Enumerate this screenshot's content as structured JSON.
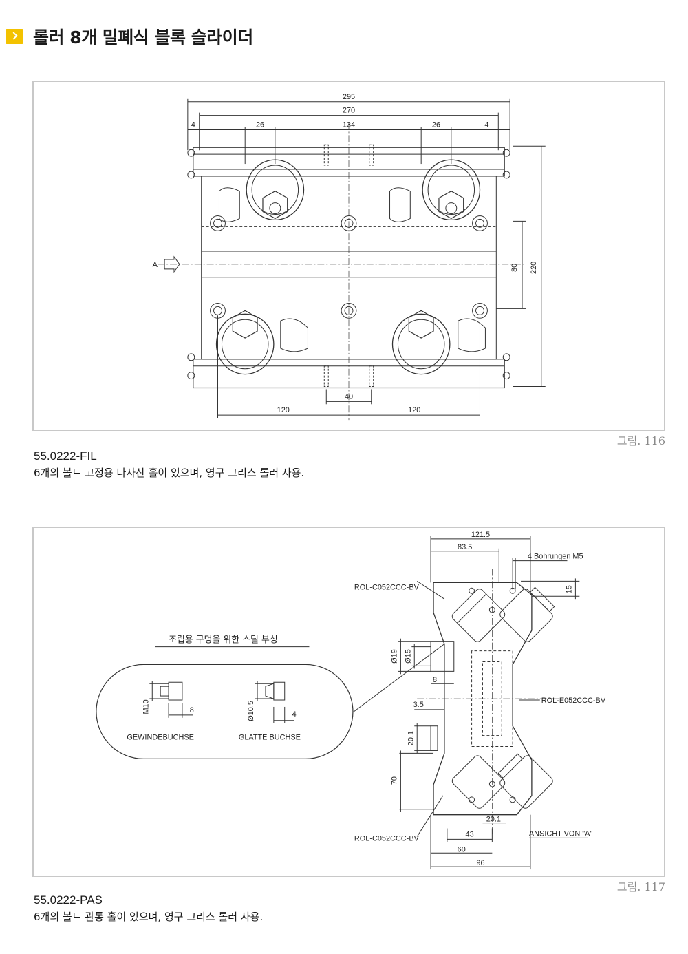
{
  "header": {
    "title": "롤러 8개 밀폐식 블록 슬라이더"
  },
  "figure1": {
    "label": "그림. 116",
    "code": "55.0222-FIL",
    "description": "6개의 볼트 고정용 나사산 홀이 있으며, 영구 그리스 롤러 사용.",
    "dims": {
      "d295": "295",
      "d270": "270",
      "d4l": "4",
      "d26l": "26",
      "d134": "134",
      "d26r": "26",
      "d4r": "4",
      "d80": "80",
      "d220": "220",
      "d40": "40",
      "d120l": "120",
      "d120r": "120",
      "viewA": "A"
    }
  },
  "figure2": {
    "label": "그림. 117",
    "code": "55.0222-PAS",
    "description": "6개의 볼트 관통 홀이 있으며, 영구 그리스 롤러 사용.",
    "inset": {
      "title": "조립용 구멍을 위한 스틸 부싱",
      "left_label": "GEWINDEBUCHSE",
      "left_dim": "M10",
      "left_len": "8",
      "right_label": "GLATTE BUCHSE",
      "right_dim": "Ø10.5",
      "right_len": "4"
    },
    "dims": {
      "d121_5": "121.5",
      "d83_5": "83.5",
      "bore": "4 Bohrungen M5",
      "d15": "15",
      "rol_top": "ROL-C052CCC-BV",
      "rol_mid": "ROL-E052CCC-BV",
      "rol_bot": "ROL-C052CCC-BV",
      "d19": "Ø19",
      "d15b": "Ø15",
      "d8": "8",
      "d3_5": "3.5",
      "d20_1": "20.1",
      "d70": "70",
      "d20_1b": "20.1",
      "d43": "43",
      "d60": "60",
      "d96": "96",
      "ansicht": "ANSICHT VON \"A\""
    }
  }
}
